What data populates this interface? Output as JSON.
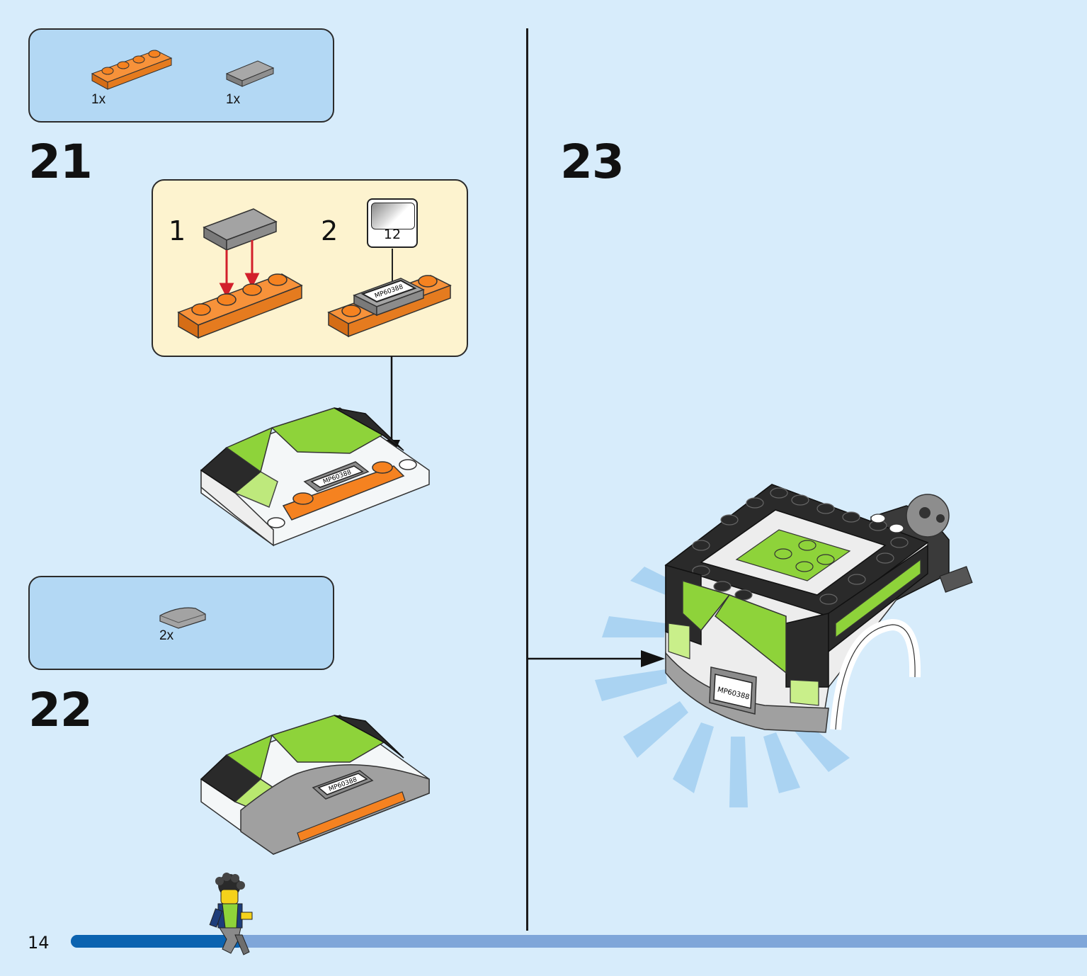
{
  "page": {
    "number": "14"
  },
  "progress": {
    "fraction": 0.17
  },
  "steps": [
    {
      "number": "21",
      "parts": [
        {
          "qty": "1x",
          "name": "orange-plate-1x4"
        },
        {
          "qty": "1x",
          "name": "gray-tile-1x2"
        }
      ],
      "subassembly": {
        "step1": "1",
        "step2": "2",
        "sticker_number": "12",
        "sticker_text": "MP60388"
      }
    },
    {
      "number": "22",
      "parts": [
        {
          "qty": "2x",
          "name": "gray-curved-slope"
        }
      ],
      "model_text": "MP60388"
    },
    {
      "number": "23",
      "model_text": "MP60388"
    }
  ],
  "colors": {
    "background": "#d7ecfb",
    "parts_box": "#b3d8f4",
    "callout": "#fdf3cf",
    "lime": "#8ed33a",
    "orange": "#f58220",
    "gray": "#9a9a9a",
    "black": "#222222",
    "progress_done": "#0b63b0",
    "progress_todo": "#7fa6d9"
  }
}
